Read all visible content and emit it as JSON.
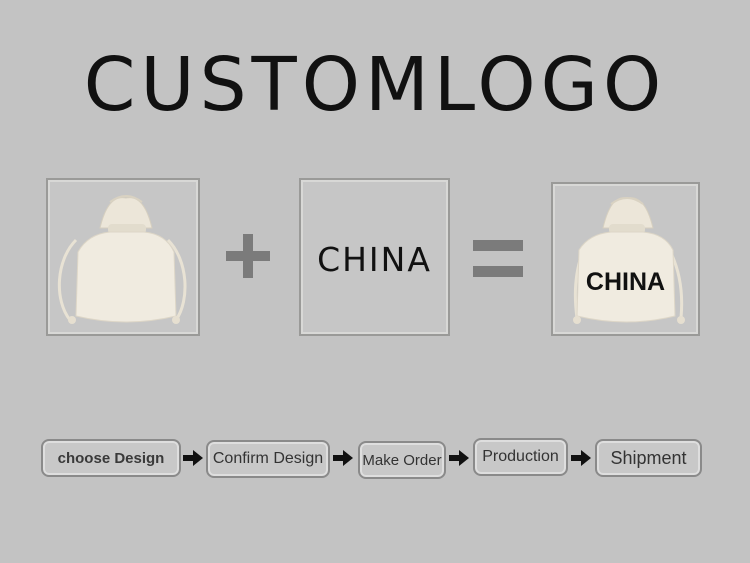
{
  "title": "CUSTOMLOGO",
  "logo_box": {
    "text": "CHINA"
  },
  "result_bag": {
    "logo_text": "CHINA"
  },
  "steps": [
    {
      "label": "choose  Design"
    },
    {
      "label": "Confirm Design"
    },
    {
      "label": "Make Order"
    },
    {
      "label": "Production"
    },
    {
      "label": "Shipment"
    }
  ],
  "icons": {
    "plus": "plus-icon",
    "equals": "equals-icon",
    "arrow": "arrow-right-icon"
  },
  "colors": {
    "background": "#c3c3c3",
    "operator": "#7b7b7b",
    "bag": "#efebe1",
    "text": "#111111"
  }
}
